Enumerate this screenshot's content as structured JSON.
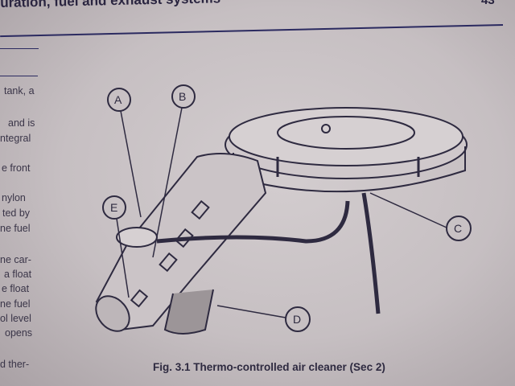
{
  "header": {
    "title": "uration, fuel and exhaust systems",
    "page_number": "43"
  },
  "left_column": {
    "lines": [
      "tank, a",
      "and is",
      "ntegral",
      "e front",
      "nylon",
      "ted by",
      "ne fuel",
      "ne car-",
      "a float",
      "e float",
      "ne fuel",
      "ol level",
      "opens",
      "d ther-"
    ]
  },
  "figure": {
    "caption": "Fig. 3.1 Thermo-controlled air cleaner (Sec 2)",
    "labels": [
      "A",
      "B",
      "C",
      "D",
      "E"
    ]
  }
}
